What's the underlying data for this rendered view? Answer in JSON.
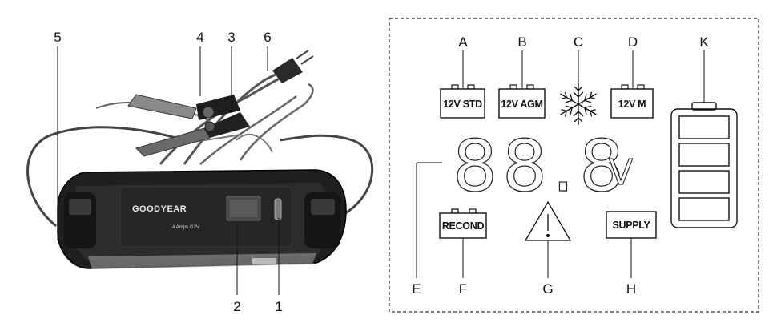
{
  "device": {
    "brand": "GOODYEAR",
    "spec": "4 Amps /12V"
  },
  "device_callouts": [
    "5",
    "4",
    "3",
    "6",
    "2",
    "1"
  ],
  "display_callouts": [
    "A",
    "B",
    "C",
    "D",
    "K",
    "E",
    "F",
    "G",
    "H"
  ],
  "display": {
    "icons": {
      "std": "12V STD",
      "agm": "12V AGM",
      "m": "12V M",
      "recond": "RECOND",
      "supply": "SUPPLY",
      "snowflake": "snowflake-icon",
      "warning": "warning-triangle-icon",
      "battery_level": "battery-level-icon"
    },
    "digits": "88.8",
    "unit": "V"
  }
}
